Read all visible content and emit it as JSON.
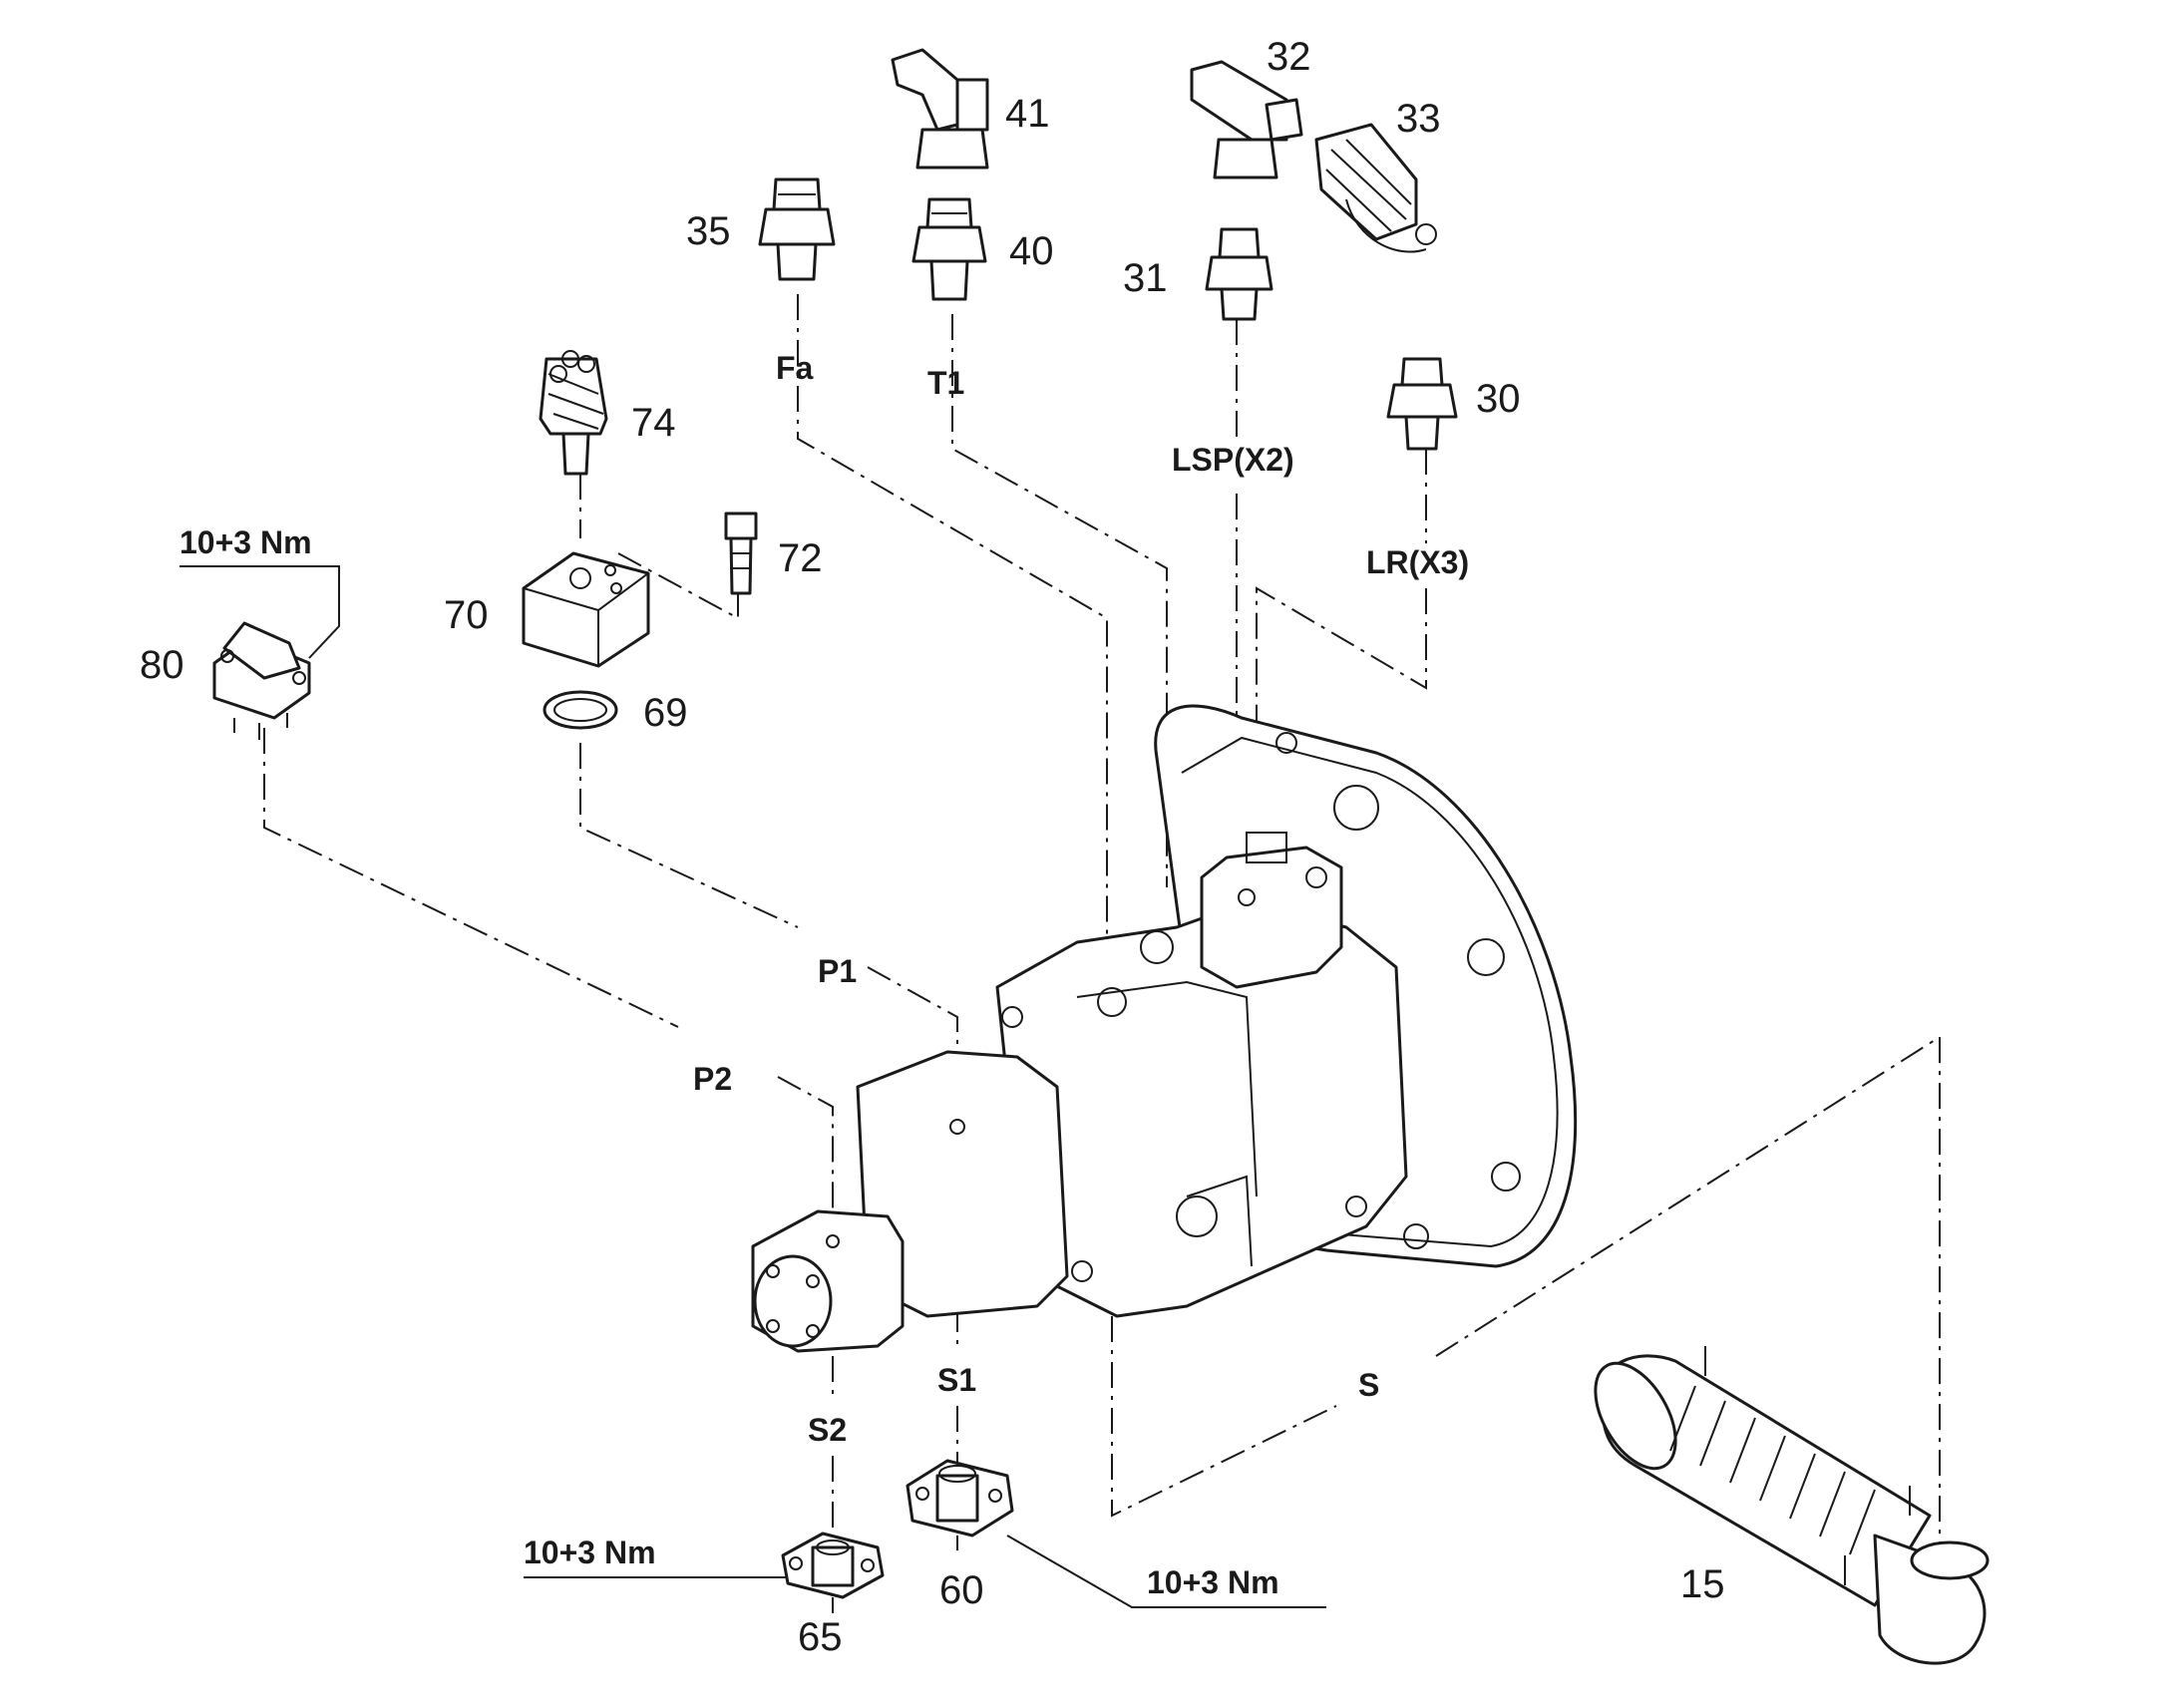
{
  "part_numbers": {
    "p15": "15",
    "p30": "30",
    "p31": "31",
    "p32": "32",
    "p33": "33",
    "p35": "35",
    "p40": "40",
    "p41": "41",
    "p60": "60",
    "p65": "65",
    "p69": "69",
    "p70": "70",
    "p72": "72",
    "p74": "74",
    "p80": "80"
  },
  "port_labels": {
    "fa": "Fa",
    "t1": "T1",
    "lsp": "LSP(X2)",
    "lr": "LR(X3)",
    "p1": "P1",
    "p2": "P2",
    "s": "S",
    "s1": "S1",
    "s2": "S2"
  },
  "torque_labels": {
    "flange80": "10+3 Nm",
    "flange65": "10+3 Nm",
    "flange60": "10+3 Nm"
  }
}
